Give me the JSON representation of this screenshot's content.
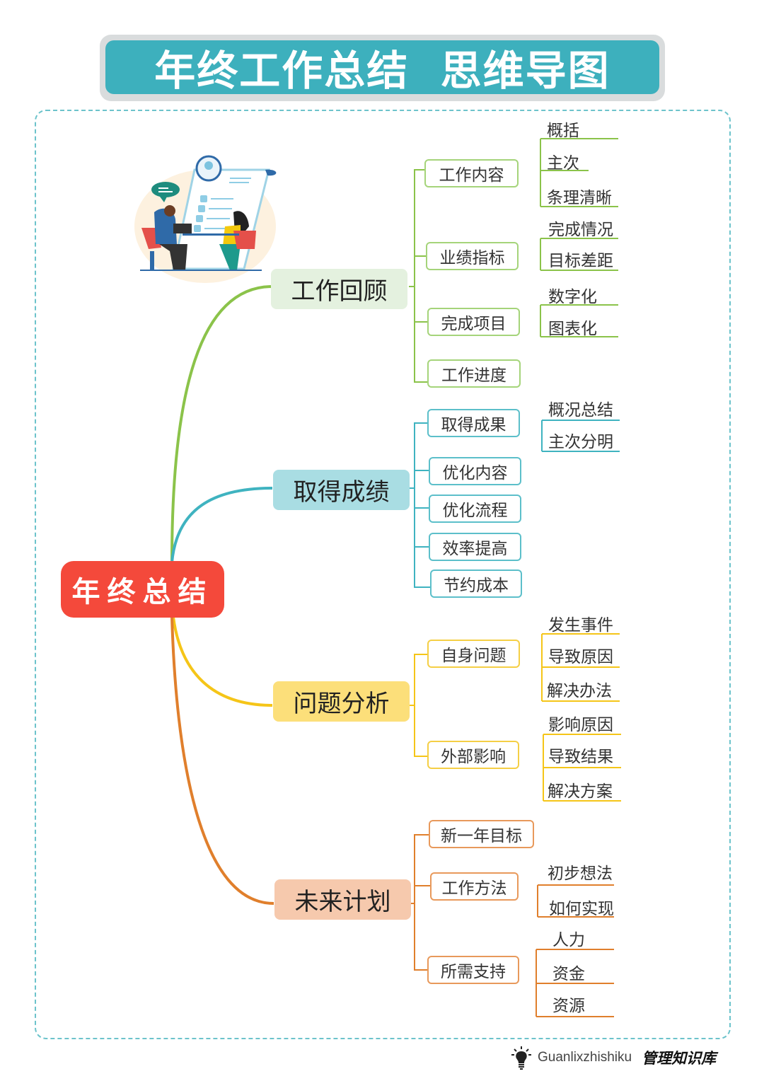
{
  "header": {
    "title": "年终工作总结  思维导图"
  },
  "colors": {
    "title_bg": "#3db0bd",
    "root": "#f4493b",
    "green": "#8bc34a",
    "teal": "#3fb3c0",
    "yellow": "#f5c518",
    "orange": "#e07f2c"
  },
  "root": {
    "label": "年终总结"
  },
  "branches": [
    {
      "label": "工作回顾",
      "color": "#8bc34a",
      "bg": "#e4f1df",
      "children": [
        {
          "label": "工作内容",
          "leaves": [
            "概括",
            "主次",
            "条理清晰"
          ]
        },
        {
          "label": "业绩指标",
          "leaves": [
            "完成情况",
            "目标差距"
          ]
        },
        {
          "label": "完成项目",
          "leaves": [
            "数字化",
            "图表化"
          ]
        },
        {
          "label": "工作进度",
          "leaves": []
        }
      ]
    },
    {
      "label": "取得成绩",
      "color": "#3fb3c0",
      "bg": "#a9dde3",
      "children": [
        {
          "label": "取得成果",
          "leaves": [
            "概况总结",
            "主次分明"
          ]
        },
        {
          "label": "优化内容",
          "leaves": []
        },
        {
          "label": "优化流程",
          "leaves": []
        },
        {
          "label": "效率提高",
          "leaves": []
        },
        {
          "label": "节约成本",
          "leaves": []
        }
      ]
    },
    {
      "label": "问题分析",
      "color": "#f5c518",
      "bg": "#fcdf7a",
      "children": [
        {
          "label": "自身问题",
          "leaves": [
            "发生事件",
            "导致原因",
            "解决办法"
          ]
        },
        {
          "label": "外部影响",
          "leaves": [
            "影响原因",
            "导致结果",
            "解决方案"
          ]
        }
      ]
    },
    {
      "label": "未来计划",
      "color": "#e07f2c",
      "bg": "#f6c9ad",
      "children": [
        {
          "label": "新一年目标",
          "leaves": []
        },
        {
          "label": "工作方法",
          "leaves": [
            "初步想法",
            "如何实现"
          ]
        },
        {
          "label": "所需支持",
          "leaves": [
            "人力",
            "资金",
            "资源"
          ]
        }
      ]
    }
  ],
  "footer": {
    "brand": "Guanlixzhishiku",
    "brand_cn": "管理知识库",
    "icon": "lightbulb-icon"
  }
}
